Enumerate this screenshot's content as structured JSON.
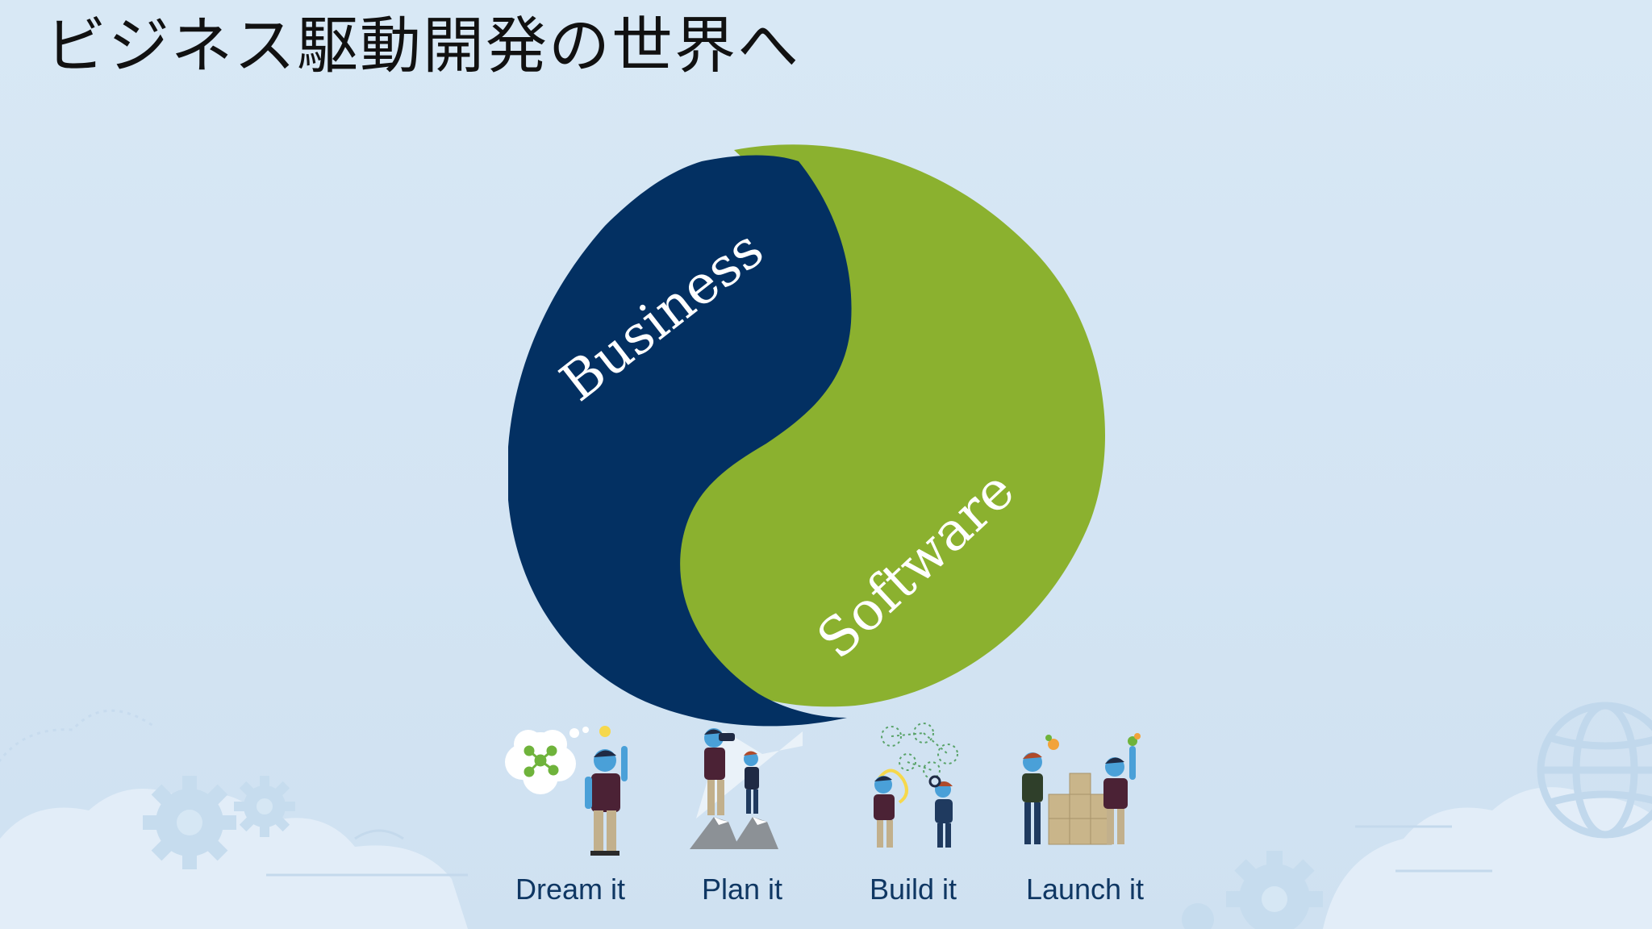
{
  "slide": {
    "title": "ビジネス駆動開発の世界へ"
  },
  "diagram": {
    "business_label": "Business",
    "software_label": "Software",
    "colors": {
      "business": "#033062",
      "software": "#8bb12f",
      "background": "#d6e7f4",
      "label": "#ffffff"
    }
  },
  "steps": [
    {
      "label": "Dream it",
      "icon": "dream-person-icon"
    },
    {
      "label": "Plan it",
      "icon": "plan-people-icon"
    },
    {
      "label": "Build it",
      "icon": "build-people-icon"
    },
    {
      "label": "Launch it",
      "icon": "launch-people-icon"
    }
  ],
  "decor": {
    "icons": [
      "cloud-icon",
      "gear-icon",
      "globe-icon"
    ]
  }
}
